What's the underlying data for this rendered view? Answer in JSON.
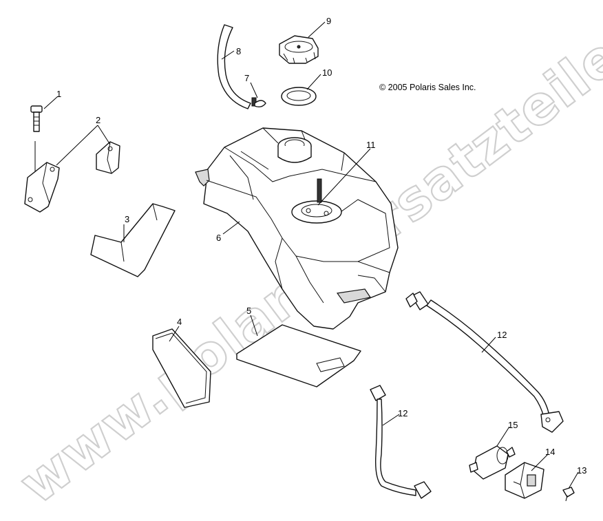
{
  "copyright": "© 2005 Polaris Sales Inc.",
  "watermark": "www.polaris-ersatzteile.de",
  "callouts": {
    "p1": "1",
    "p2": "2",
    "p3": "3",
    "p4": "4",
    "p5": "5",
    "p6": "6",
    "p7": "7",
    "p8": "8",
    "p9": "9",
    "p10": "10",
    "p11": "11",
    "p12a": "12",
    "p12b": "12",
    "p13": "13",
    "p14": "14",
    "p15": "15"
  }
}
